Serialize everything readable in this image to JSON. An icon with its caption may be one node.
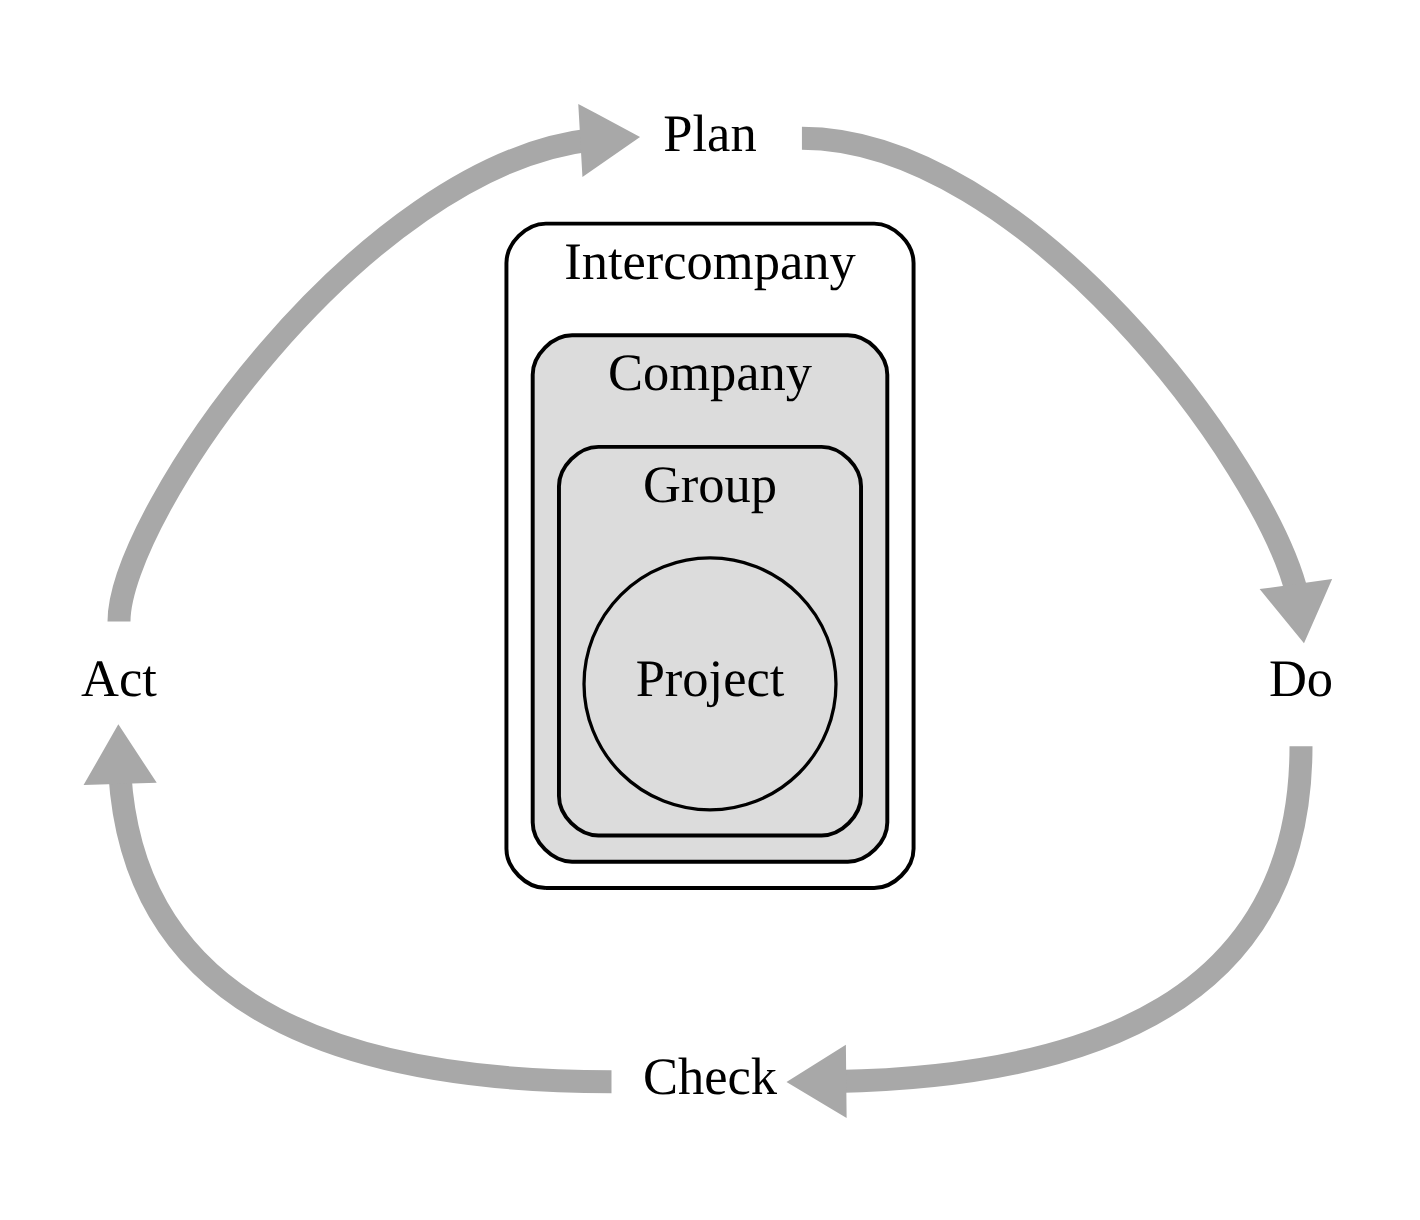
{
  "diagram": {
    "nodes": [
      {
        "text": [
          "Plan"
        ]
      },
      {
        "text": [
          "Act"
        ]
      },
      {
        "text": [
          "Intercompany"
        ]
      },
      {
        "text": [
          "Company"
        ],
        "in": 2
      },
      {
        "text": [
          "Group"
        ],
        "in": 3
      },
      {
        "text": [
          "Project"
        ],
        "in": 4
      },
      {
        "text": [
          "Do"
        ]
      },
      {
        "text": [
          "Check"
        ]
      }
    ],
    "edges": [
      {
        "from": 0,
        "to": 6,
        "arrow": "to"
      },
      {
        "from": 6,
        "to": 7,
        "arrow": "to"
      },
      {
        "from": 7,
        "to": 1,
        "arrow": "to"
      },
      {
        "from": 1,
        "to": 0,
        "arrow": "to"
      }
    ]
  }
}
